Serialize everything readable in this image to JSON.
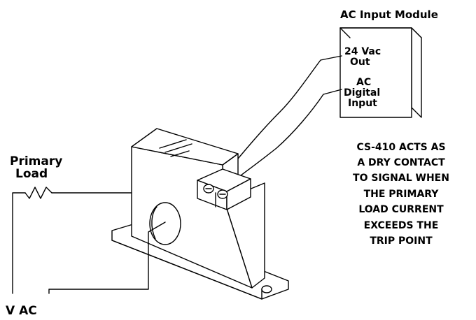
{
  "labels": {
    "module_title": "AC Input Module",
    "vac_out_1": "24 Vac",
    "vac_out_2": "Out",
    "digital_1": "AC",
    "digital_2": "Digital",
    "digital_3": "Input",
    "primary_load_1": "Primary",
    "primary_load_2": "Load",
    "v_ac": "V AC"
  },
  "note_lines": [
    "CS-410 ACTS AS",
    "A DRY CONTACT",
    "TO SIGNAL WHEN",
    "THE PRIMARY",
    "LOAD CURRENT",
    "EXCEEDS THE",
    "TRIP POINT"
  ]
}
